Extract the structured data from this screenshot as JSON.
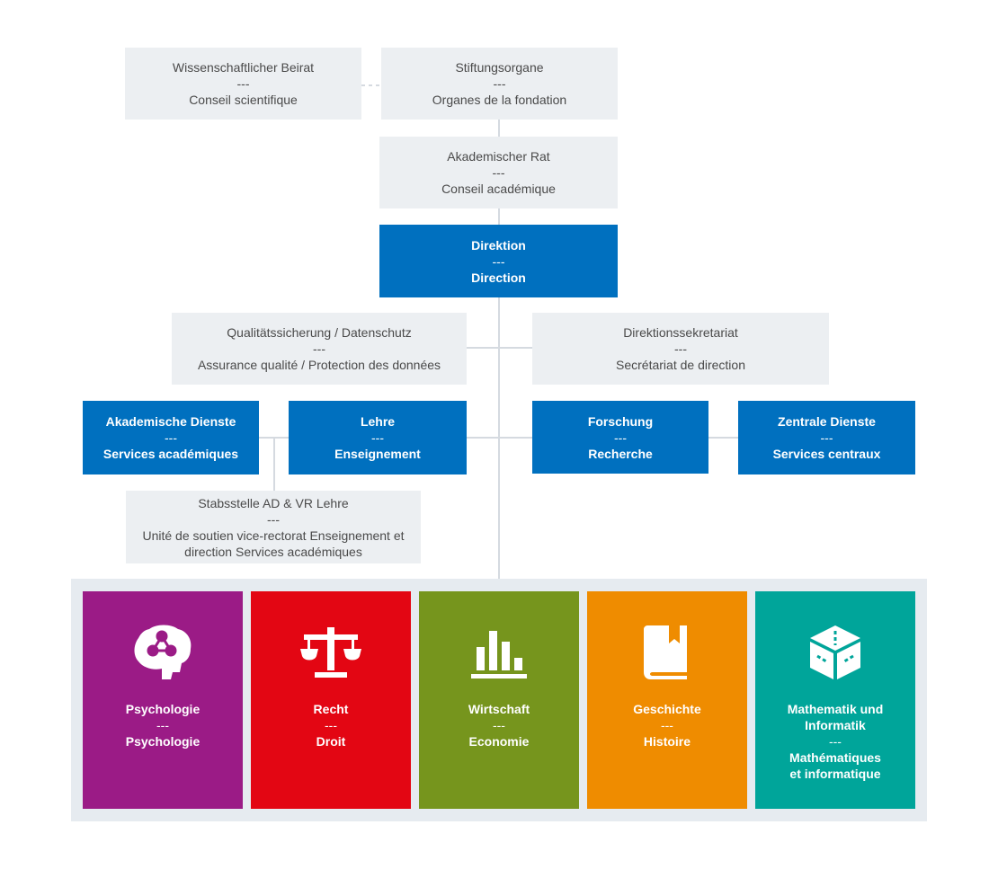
{
  "sep": "---",
  "boxes": {
    "beirat": {
      "de": "Wissenschaftlicher Beirat",
      "fr": "Conseil scientifique"
    },
    "stiftung": {
      "de": "Stiftungsorgane",
      "fr": "Organes de la fondation"
    },
    "akad_rat": {
      "de": "Akademischer Rat",
      "fr": "Conseil académique"
    },
    "direktion": {
      "de": "Direktion",
      "fr": "Direction"
    },
    "qualitaet": {
      "de": "Qualitätssicherung / Datenschutz",
      "fr": "Assurance qualité / Protection des données"
    },
    "sekretariat": {
      "de": "Direktionssekretariat",
      "fr": "Secrétariat de direction"
    },
    "akad_dienste": {
      "de": "Akademische Dienste",
      "fr": "Services académiques"
    },
    "lehre": {
      "de": "Lehre",
      "fr": "Enseignement"
    },
    "forschung": {
      "de": "Forschung",
      "fr": "Recherche"
    },
    "zentrale": {
      "de": "Zentrale Dienste",
      "fr": "Services centraux"
    },
    "stabsstelle": {
      "de": "Stabsstelle AD & VR Lehre",
      "fr1": "Unité de soutien vice-rectorat Enseignement et",
      "fr2": "direction Services académiques"
    }
  },
  "faculties": [
    {
      "de": "Psychologie",
      "fr": "Psychologie",
      "icon": "brain-icon",
      "color": "#9b1b86"
    },
    {
      "de": "Recht",
      "fr": "Droit",
      "icon": "scales-icon",
      "color": "#e30613"
    },
    {
      "de": "Wirtschaft",
      "fr": "Economie",
      "icon": "bar-chart-icon",
      "color": "#76951d"
    },
    {
      "de": "Geschichte",
      "fr": "Histoire",
      "icon": "book-icon",
      "color": "#ef8c00"
    },
    {
      "de1": "Mathematik und",
      "de2": "Informatik",
      "fr1": "Mathématiques",
      "fr2": "et informatique",
      "icon": "cube-icon",
      "color": "#00a59a"
    }
  ],
  "colors": {
    "blue": "#0070bf",
    "grey_box": "#eceff2",
    "band": "#e6ebf0",
    "line": "#d5dae0"
  }
}
